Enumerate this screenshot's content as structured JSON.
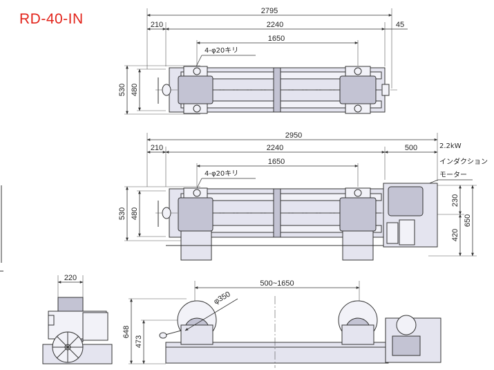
{
  "title": "RD-40-IN",
  "top_view_1": {
    "overall_length": "2795",
    "left_offset": "210",
    "roller_span": "2240",
    "right_offset": "45",
    "hole_pitch": "1650",
    "hole_note": "4-φ20キリ",
    "outer_width": "530",
    "inner_width": "480"
  },
  "top_view_2": {
    "overall_length": "2950",
    "left_offset": "210",
    "roller_span": "2240",
    "motor_length": "500",
    "hole_pitch": "1650",
    "hole_note": "4-φ20キリ",
    "outer_width": "530",
    "inner_width": "480",
    "motor_offset": "230",
    "motor_lower": "420",
    "overall_width": "650",
    "motor_note_line1": "2.2kW",
    "motor_note_line2": "インダクション",
    "motor_note_line3": "モーター"
  },
  "end_view": {
    "width": "220"
  },
  "side_view": {
    "span_range": "500~1650",
    "roller_diameter": "φ350",
    "overall_height": "648",
    "axle_height": "473"
  },
  "colors": {
    "title": "#e2231a",
    "frame_fill": "#e4e4ef",
    "dark_fill": "#c3c3d3",
    "line": "#333333"
  }
}
